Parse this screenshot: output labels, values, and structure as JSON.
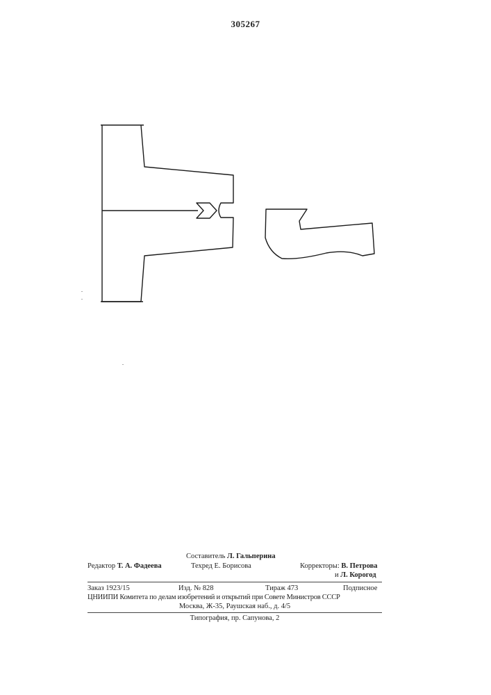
{
  "document": {
    "patent_number": "305267",
    "credits": {
      "compiler_label": "Составитель",
      "compiler_name": "Л. Гальперина",
      "editor_label": "Редактор",
      "editor_name": "Т. А. Фадеева",
      "techred_label": "Техред",
      "techred_name": "Е. Борисова",
      "correctors_label": "Корректоры:",
      "corrector_1": "В. Петрова",
      "corrector_2_conj": "и",
      "corrector_2": "Л. Корогод"
    },
    "order": {
      "order_label": "Заказ 1923/15",
      "edition_label": "Изд. № 828",
      "print_run": "Тираж 473",
      "subscription": "Подписное"
    },
    "publisher_line_1": "ЦНИИПИ Комитета по делам изобретений и открытий при Совете Министров СССР",
    "publisher_line_2": "Москва, Ж-35, Раушская наб., д. 4/5",
    "printing_house": "Типография, пр. Сапунова, 2"
  }
}
